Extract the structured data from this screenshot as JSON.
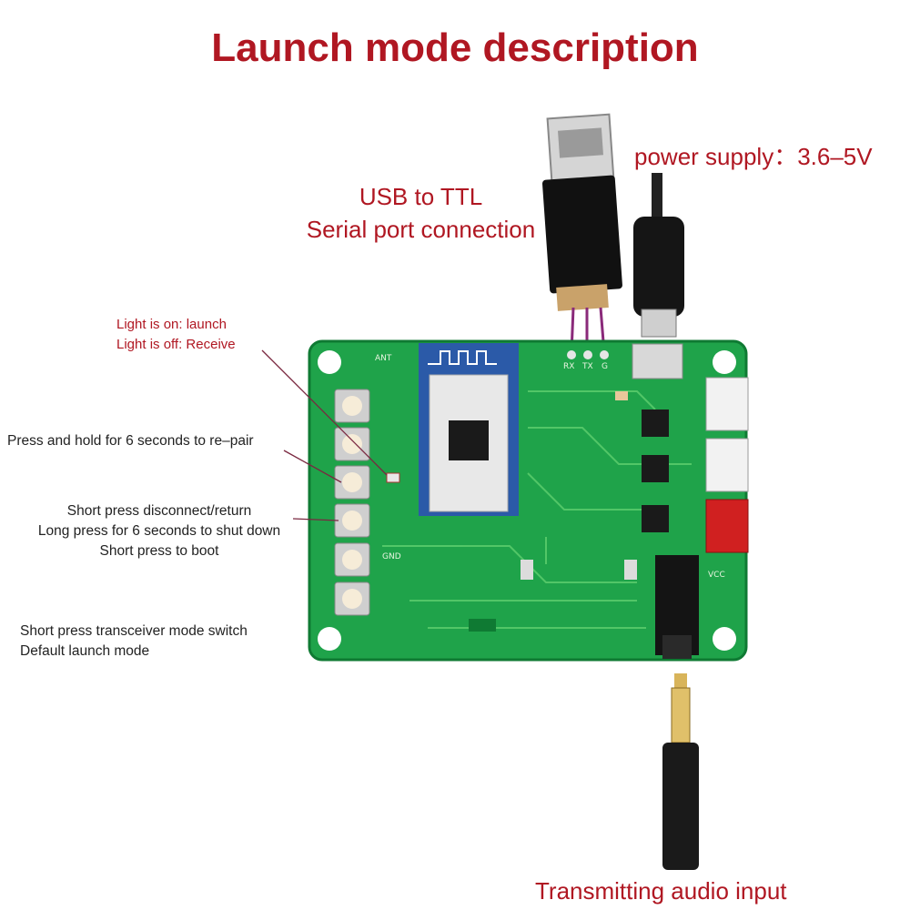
{
  "title": "Launch mode description",
  "power_supply": "power supply：3.6–5V",
  "usb_ttl": {
    "line1": "USB to TTL",
    "line2": "Serial port connection"
  },
  "light_status": {
    "line1": "Light is on: launch",
    "line2": "Light is off: Receive"
  },
  "buttons": {
    "repair": "Press and hold for 6 seconds to re–pair",
    "short_press": {
      "line1": "Short press disconnect/return",
      "line2": "Long press for 6 seconds to shut down",
      "line3": "Short press to boot"
    },
    "mode_switch": {
      "line1": "Short press transceiver mode switch",
      "line2": "Default launch mode"
    }
  },
  "audio_input": "Transmitting audio input",
  "board_labels": {
    "pins": [
      "RX",
      "TX",
      "G"
    ],
    "ant": "ANT",
    "gnd": "GND",
    "vcc": "VCC"
  },
  "colors": {
    "title_red": "#b01722",
    "pcb_green": "#1fa34a",
    "module_blue": "#2b5aa8"
  }
}
